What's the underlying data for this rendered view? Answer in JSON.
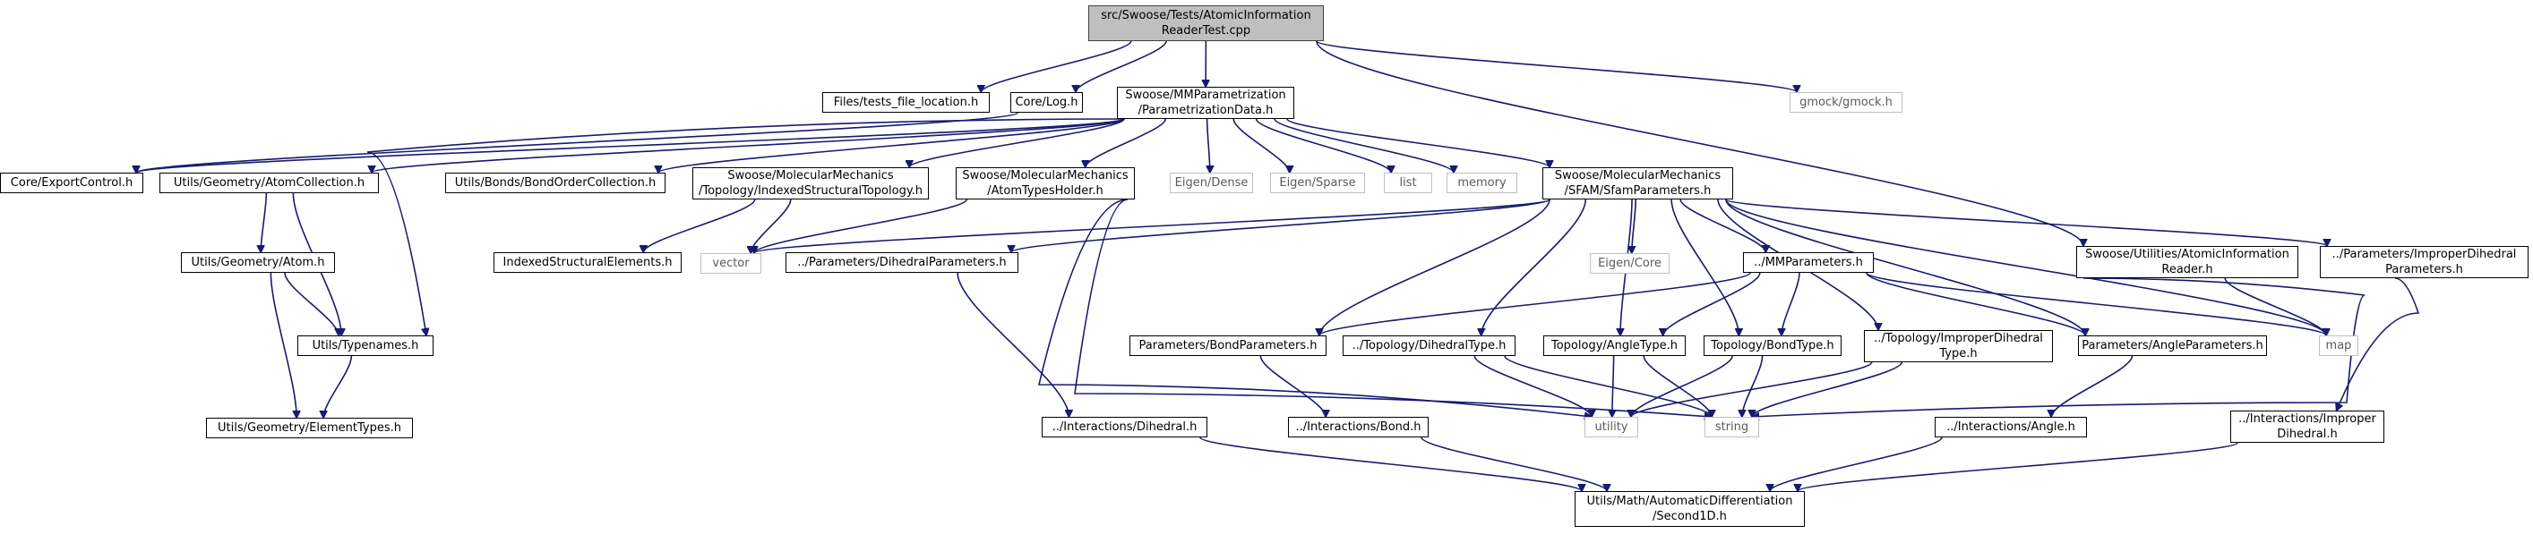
{
  "graph": {
    "root": "src/Swoose/Tests/AtomicInformation\nReaderTest.cpp",
    "nodes": {
      "root": "src/Swoose/Tests/AtomicInformation\nReaderTest.cpp",
      "files_loc": "Files/tests_file_location.h",
      "core_log": "Core/Log.h",
      "param_data": "Swoose/MMParametrization\n/ParametrizationData.h",
      "gmock": "gmock/gmock.h",
      "export_ctrl": "Core/ExportControl.h",
      "atom_coll": "Utils/Geometry/AtomCollection.h",
      "bond_order": "Utils/Bonds/BondOrderCollection.h",
      "indexed_topo": "Swoose/MolecularMechanics\n/Topology/IndexedStructuralTopology.h",
      "atom_types": "Swoose/MolecularMechanics\n/AtomTypesHolder.h",
      "eigen_dense": "Eigen/Dense",
      "eigen_sparse": "Eigen/Sparse",
      "list": "list",
      "memory": "memory",
      "sfam": "Swoose/MolecularMechanics\n/SFAM/SfamParameters.h",
      "atomic_reader": "Swoose/Utilities/AtomicInformation\nReader.h",
      "improper_params": "../Parameters/ImproperDihedral\nParameters.h",
      "utils_atom": "Utils/Geometry/Atom.h",
      "indexed_elems": "IndexedStructuralElements.h",
      "vector": "vector",
      "dihedral_params": "../Parameters/DihedralParameters.h",
      "eigen_core": "Eigen/Core",
      "mm_params": "../MMParameters.h",
      "typenames": "Utils/Typenames.h",
      "bond_params": "Parameters/BondParameters.h",
      "dihedral_type": "../Topology/DihedralType.h",
      "angle_type": "Topology/AngleType.h",
      "bond_type": "Topology/BondType.h",
      "improper_type": "../Topology/ImproperDihedral\nType.h",
      "angle_params": "Parameters/AngleParameters.h",
      "map": "map",
      "element_types": "Utils/Geometry/ElementTypes.h",
      "inter_dihedral": "../Interactions/Dihedral.h",
      "inter_bond": "../Interactions/Bond.h",
      "utility": "utility",
      "string": "string",
      "inter_angle": "../Interactions/Angle.h",
      "inter_improper": "../Interactions/Improper\nDihedral.h",
      "second1d": "Utils/Math/AutomaticDifferentiation\n/Second1D.h"
    }
  },
  "colors": {
    "edge": "#191970",
    "root_fill": "#bfbfbf",
    "external_border": "#bfbfbf",
    "border": "#000000"
  }
}
